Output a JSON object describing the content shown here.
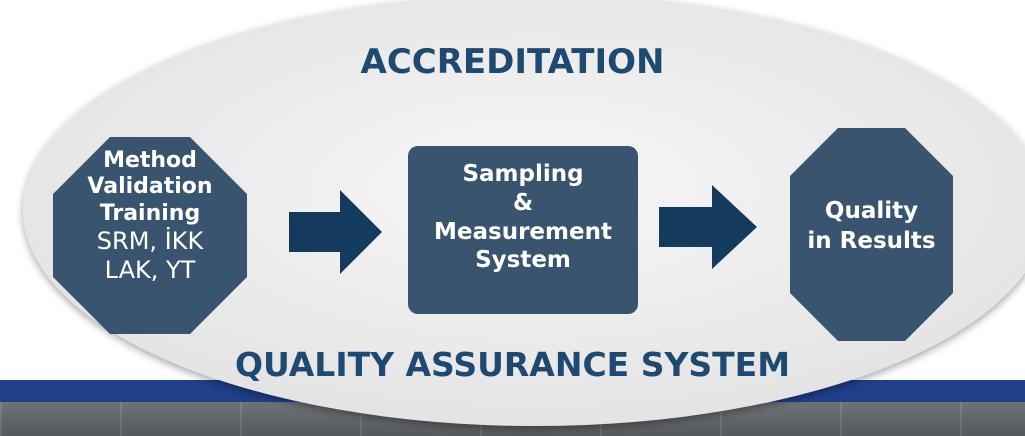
{
  "diagram": {
    "top_title": "ACCREDITATION",
    "bottom_title": "QUALITY ASSURANCE SYSTEM",
    "left_node": {
      "line1": "Method",
      "line2": "Validation",
      "line3": "Training",
      "line4": "SRM, İKK",
      "line5": "LAK, YT"
    },
    "center_node": {
      "line1": "Sampling",
      "line2": "&",
      "line3": "Measurement",
      "line4": "System"
    },
    "right_node": {
      "line1": "Quality",
      "line2": "in Results"
    },
    "colors": {
      "node_fill": "#38546f",
      "arrow_fill": "#143a5e",
      "heading_text": "#1e4a72",
      "ellipse_fill": "#eeeeee",
      "stripe": "#1e3f8a"
    }
  }
}
